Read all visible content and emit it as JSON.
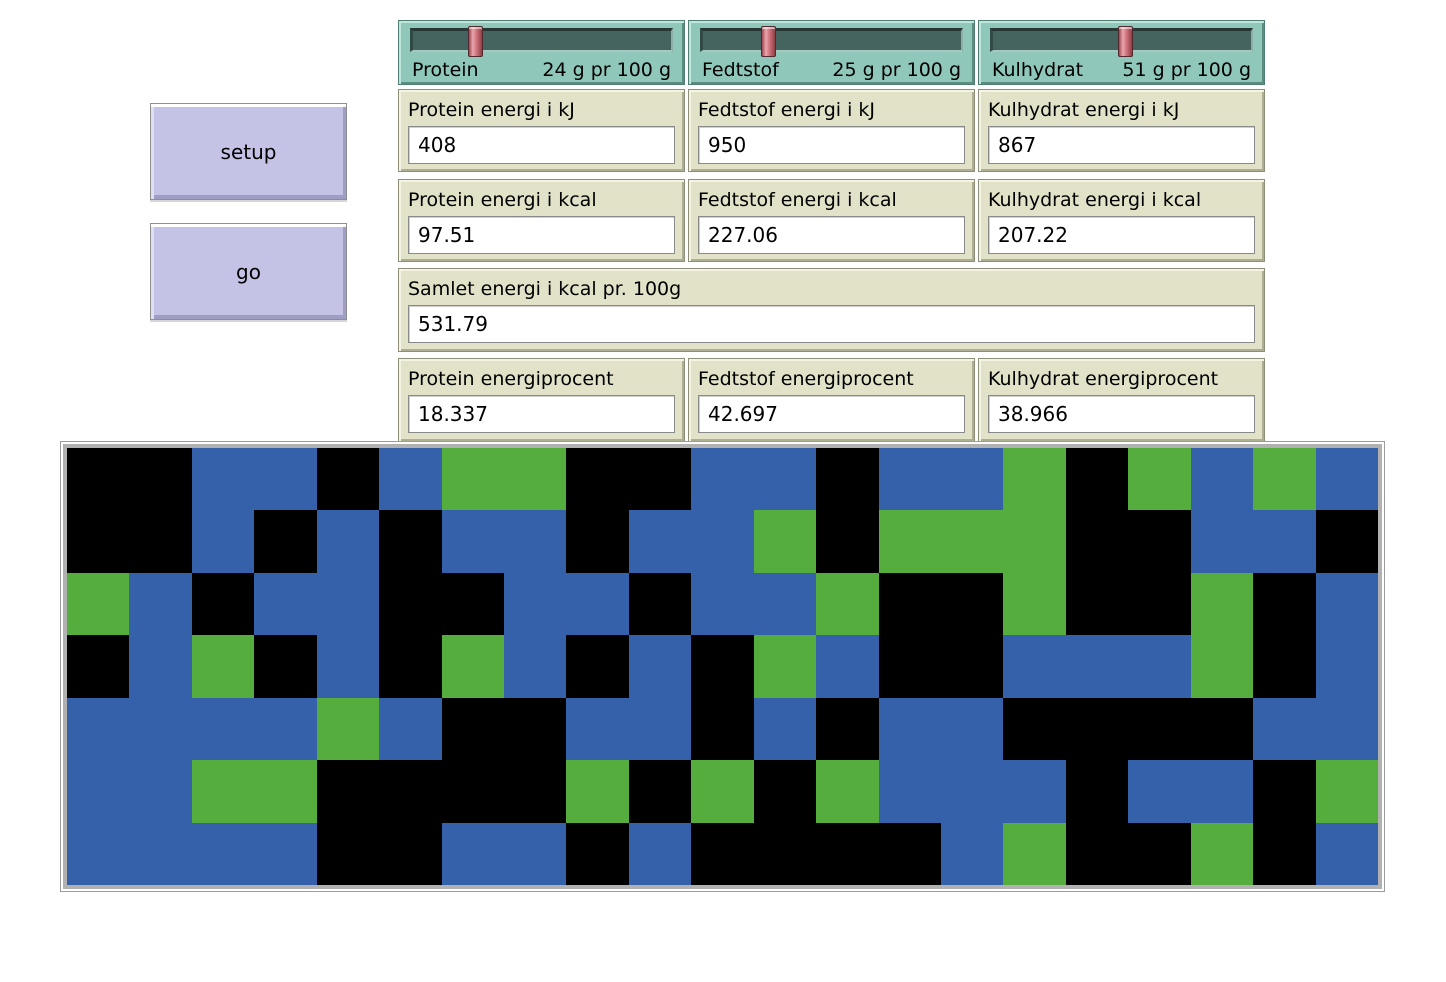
{
  "buttons": {
    "setup": "setup",
    "go": "go"
  },
  "sliders": [
    {
      "name": "protein",
      "label": "Protein",
      "value": 24,
      "percent": 24,
      "value_text": "24 g pr 100 g"
    },
    {
      "name": "fedtstof",
      "label": "Fedtstof",
      "value": 25,
      "percent": 25,
      "value_text": "25 g pr 100 g"
    },
    {
      "name": "kulhydrat",
      "label": "Kulhydrat",
      "value": 51,
      "percent": 51,
      "value_text": "51 g pr 100 g"
    }
  ],
  "monitors": {
    "kj": [
      {
        "label": "Protein energi i kJ",
        "value": "408"
      },
      {
        "label": "Fedtstof energi i kJ",
        "value": "950"
      },
      {
        "label": "Kulhydrat energi i kJ",
        "value": "867"
      }
    ],
    "kcal": [
      {
        "label": "Protein energi i kcal",
        "value": "97.51"
      },
      {
        "label": "Fedtstof energi i kcal",
        "value": "227.06"
      },
      {
        "label": "Kulhydrat energi i kcal",
        "value": "207.22"
      }
    ],
    "total": {
      "label": "Samlet energi i kcal pr. 100g",
      "value": "531.79"
    },
    "percent": [
      {
        "label": "Protein energiprocent",
        "value": "18.337"
      },
      {
        "label": "Fedtstof energiprocent",
        "value": "42.697"
      },
      {
        "label": "Kulhydrat energiprocent",
        "value": "38.966"
      }
    ]
  },
  "world": {
    "columns": 21,
    "rows": 7,
    "palette": {
      "K": "#000000",
      "B": "#3561ab",
      "G": "#55ad3e"
    },
    "cells": [
      "KKBBKBGGKKBBKBBGKGBGB",
      "KKBKBKBBKBBGKGGGKKBBK",
      "GBKBBKKBBKBBGKKGKKGKB",
      "KBGKBKGBKBKGBKKBBBGKB",
      "BBBBGBKKBBKBKBBKKKKBB",
      "BBGGKKKKGKGKGBBBKBBKG",
      "BBBBKKBBKBKKKKBGKKGKB"
    ]
  },
  "colors": {
    "slider_background": "#8fc7ba",
    "slider_groove": "#46645f",
    "slider_handle": "#d47780",
    "monitor_background": "#e2e2c9",
    "button_background": "#c4c3e6",
    "patch_blue": "#3561ab",
    "patch_green": "#55ad3e",
    "patch_black": "#000000"
  }
}
